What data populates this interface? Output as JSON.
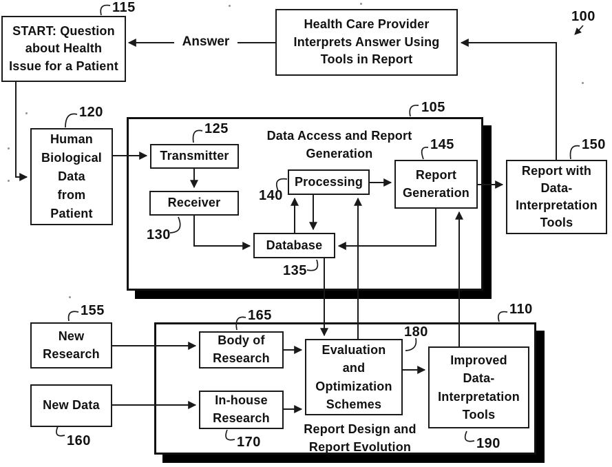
{
  "figure": {
    "ref_overall": "100",
    "colors": {
      "line": "#1a1a1a",
      "shadow": "#000000",
      "background": "#ffffff"
    }
  },
  "labels": {
    "answer": "Answer"
  },
  "boxes": {
    "start": {
      "ref": "115",
      "text": "START: Question\nabout Health\nIssue for a Patient"
    },
    "provider": {
      "text": "Health Care Provider\nInterprets Answer Using\nTools in Report"
    },
    "human_data": {
      "ref": "120",
      "text": "Human\nBiological\nData\nfrom\nPatient"
    },
    "transmitter": {
      "ref": "125",
      "text": "Transmitter"
    },
    "receiver": {
      "ref": "130",
      "text": "Receiver"
    },
    "processing": {
      "ref": "140",
      "text": "Processing"
    },
    "database": {
      "ref": "135",
      "text": "Database"
    },
    "report_generation": {
      "ref": "145",
      "text": "Report\nGeneration"
    },
    "report_tools": {
      "ref": "150",
      "text": "Report with\nData-\nInterpretation\nTools"
    },
    "new_research": {
      "ref": "155",
      "text": "New\nResearch"
    },
    "new_data": {
      "ref": "160",
      "text": "New Data"
    },
    "body_of_research": {
      "ref": "165",
      "text": "Body of\nResearch"
    },
    "inhouse_research": {
      "ref": "170",
      "text": "In-house\nResearch"
    },
    "evaluation": {
      "ref": "180",
      "text": "Evaluation\nand\nOptimization\nSchemes"
    },
    "improved_tools": {
      "ref": "190",
      "text": "Improved\nData-\nInterpretation\nTools"
    }
  },
  "containers": {
    "data_access": {
      "ref": "105",
      "title": "Data Access and Report\nGeneration"
    },
    "report_design": {
      "ref": "110",
      "title": "Report Design and\nReport Evolution"
    }
  }
}
